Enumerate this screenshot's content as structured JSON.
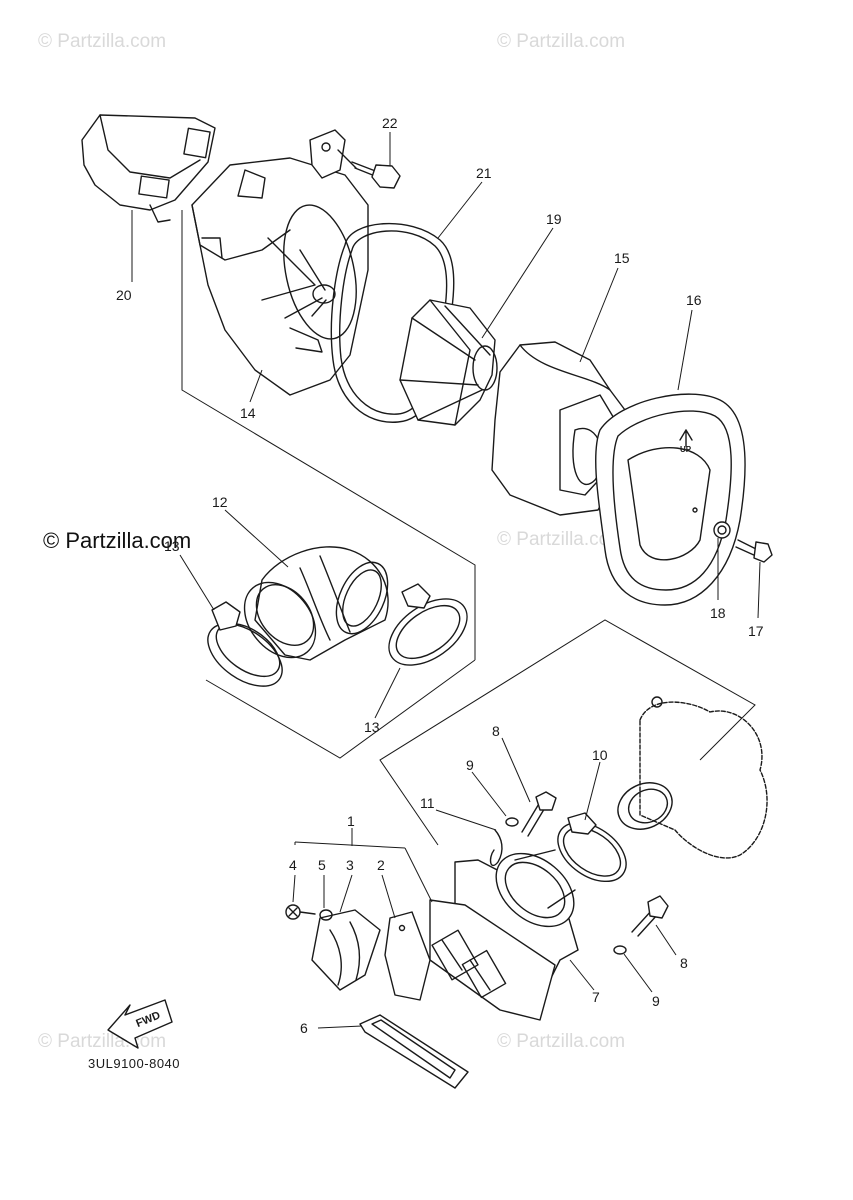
{
  "watermarks": [
    "© Partzilla.com",
    "© Partzilla.com",
    "© Partzilla.com",
    "© Partzilla.com",
    "© Partzilla.com"
  ],
  "copyright": "© Partzilla.com",
  "diagram_code": "3UL9100-8040",
  "fwd_label": "FWD",
  "up_label": "UP",
  "callouts": [
    "22",
    "21",
    "19",
    "15",
    "16",
    "20",
    "14",
    "12",
    "13",
    "13",
    "18",
    "17",
    "8",
    "10",
    "9",
    "11",
    "1",
    "4",
    "5",
    "3",
    "2",
    "8",
    "9",
    "7",
    "6"
  ]
}
